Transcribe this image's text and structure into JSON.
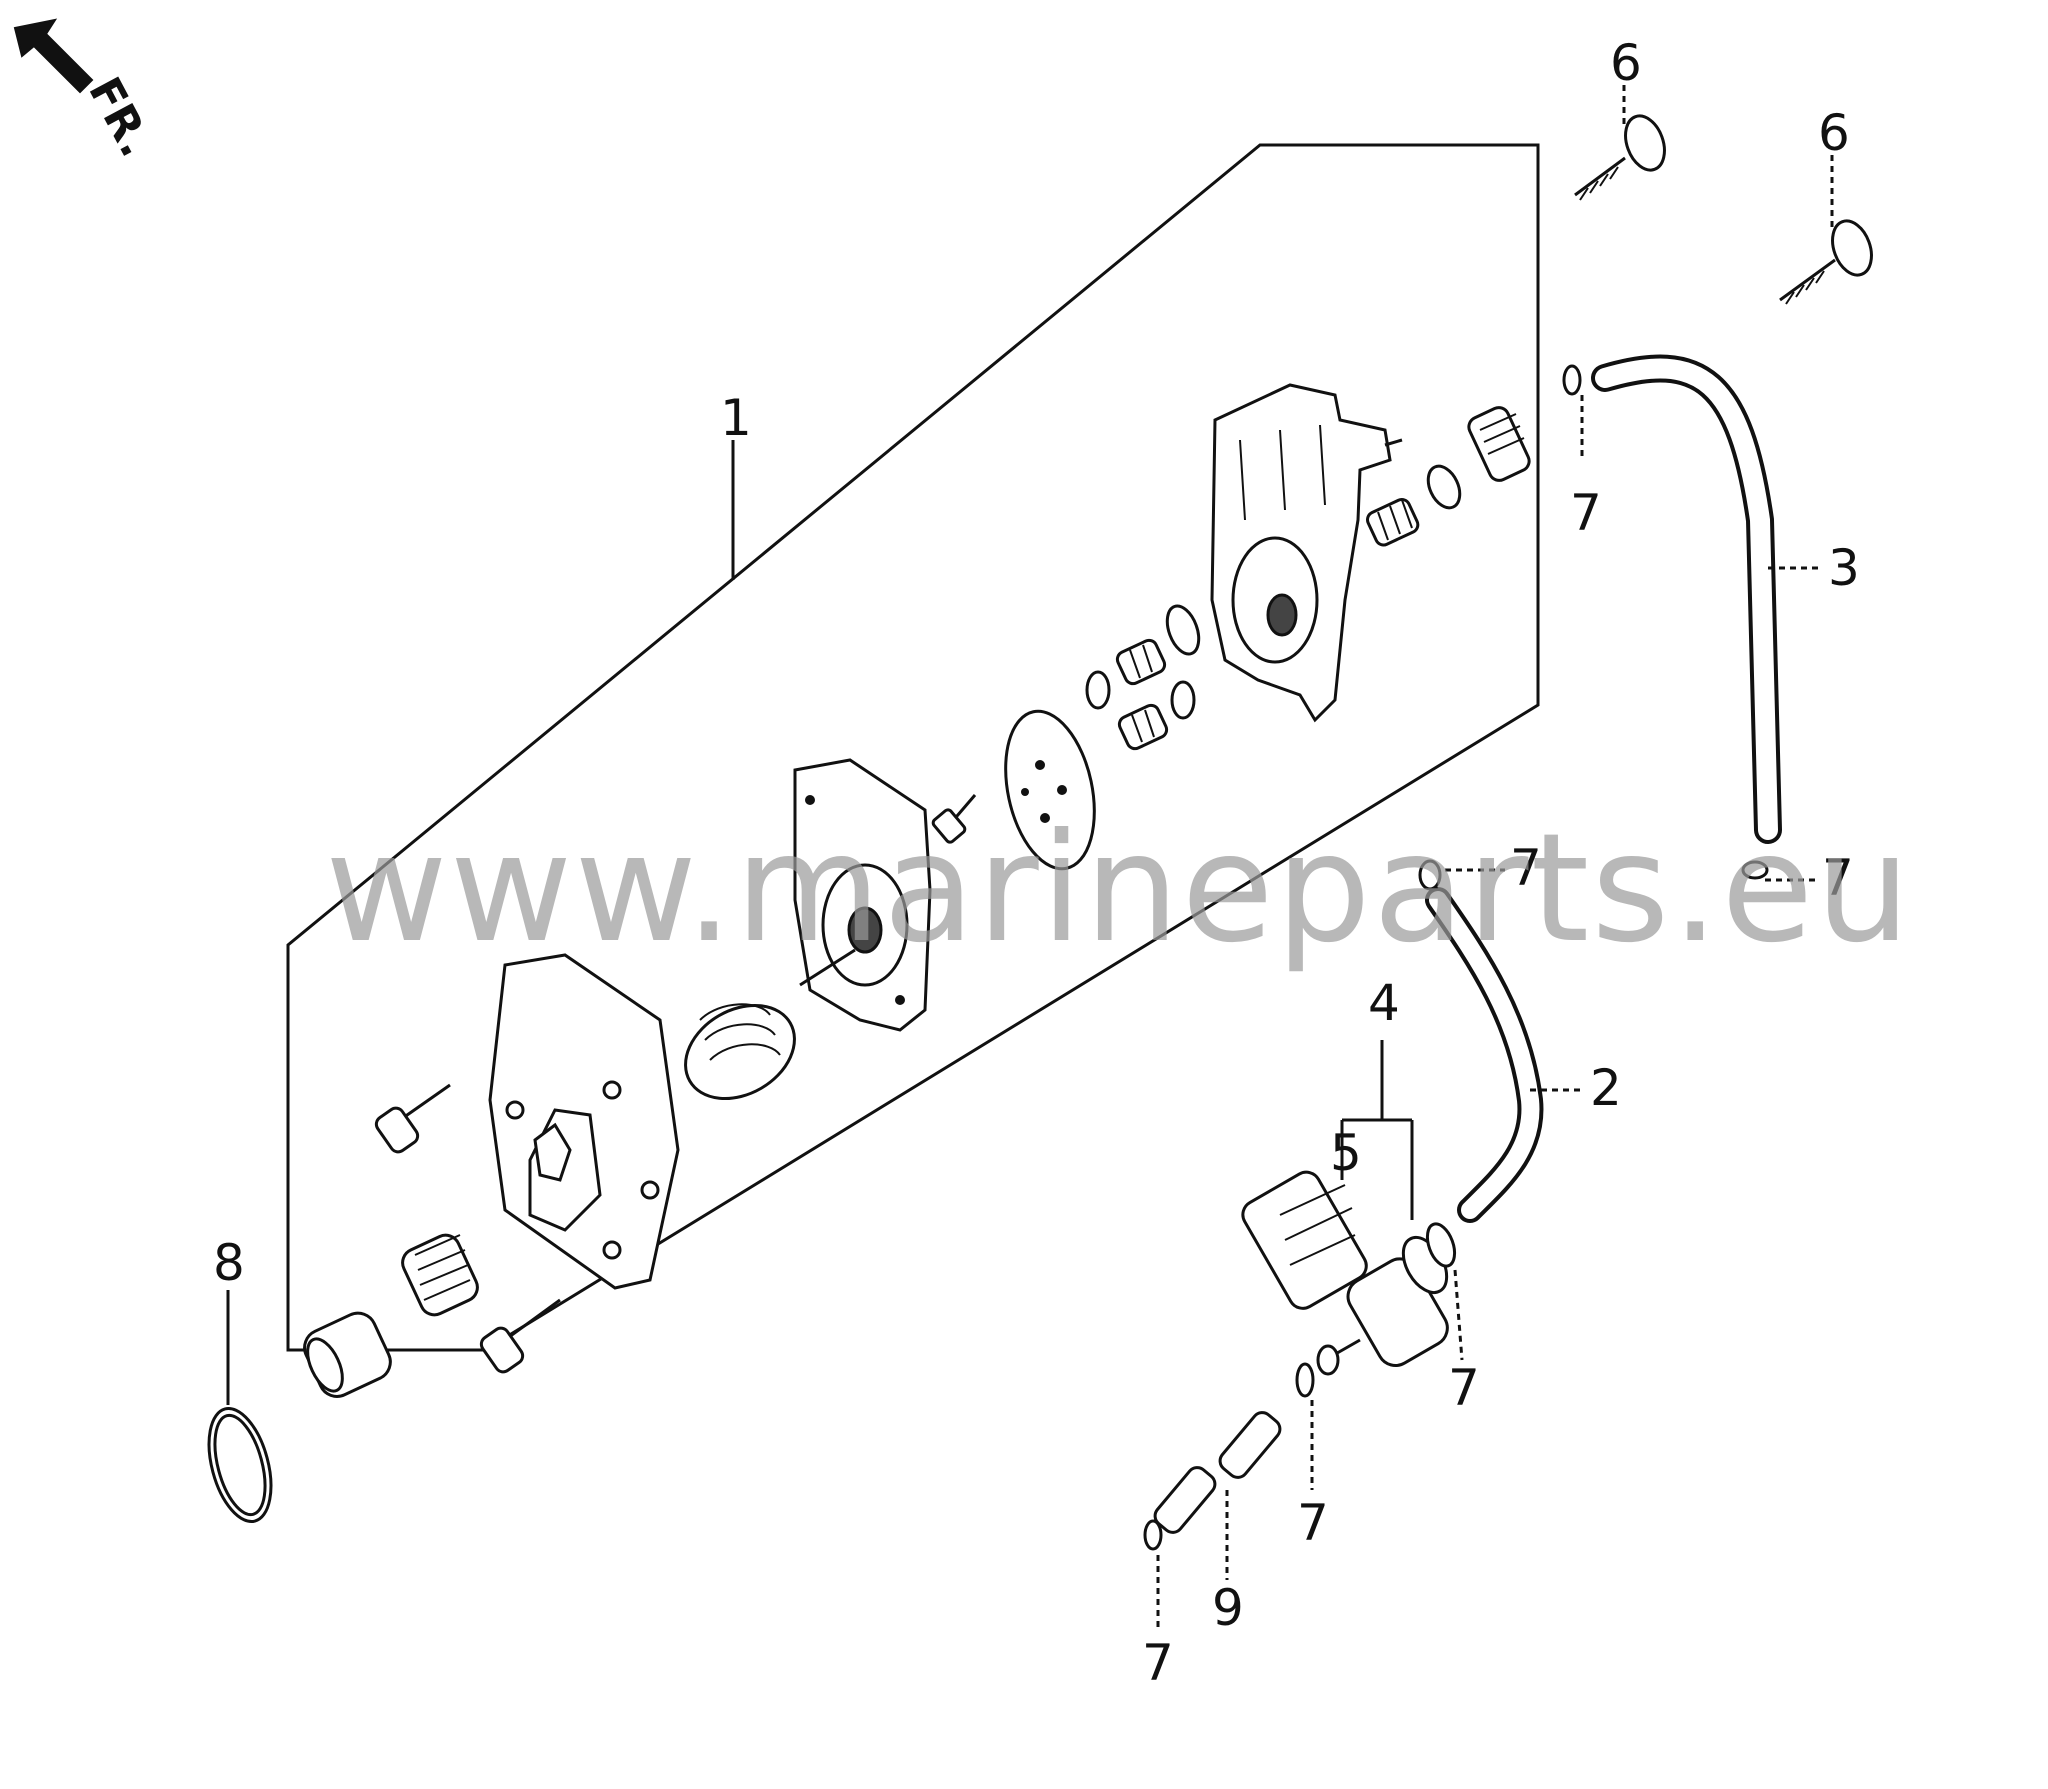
{
  "direction": {
    "label": "FR.",
    "icon": "front-direction-arrow-icon"
  },
  "watermark": "www.marineparts.eu",
  "callouts": {
    "c1": "1",
    "c2": "2",
    "c3": "3",
    "c4": "4",
    "c5": "5",
    "c6a": "6",
    "c6b": "6",
    "c7a": "7",
    "c7b": "7",
    "c7c": "7",
    "c7d": "7",
    "c7e": "7",
    "c7f": "7",
    "c8": "8",
    "c9": "9"
  }
}
